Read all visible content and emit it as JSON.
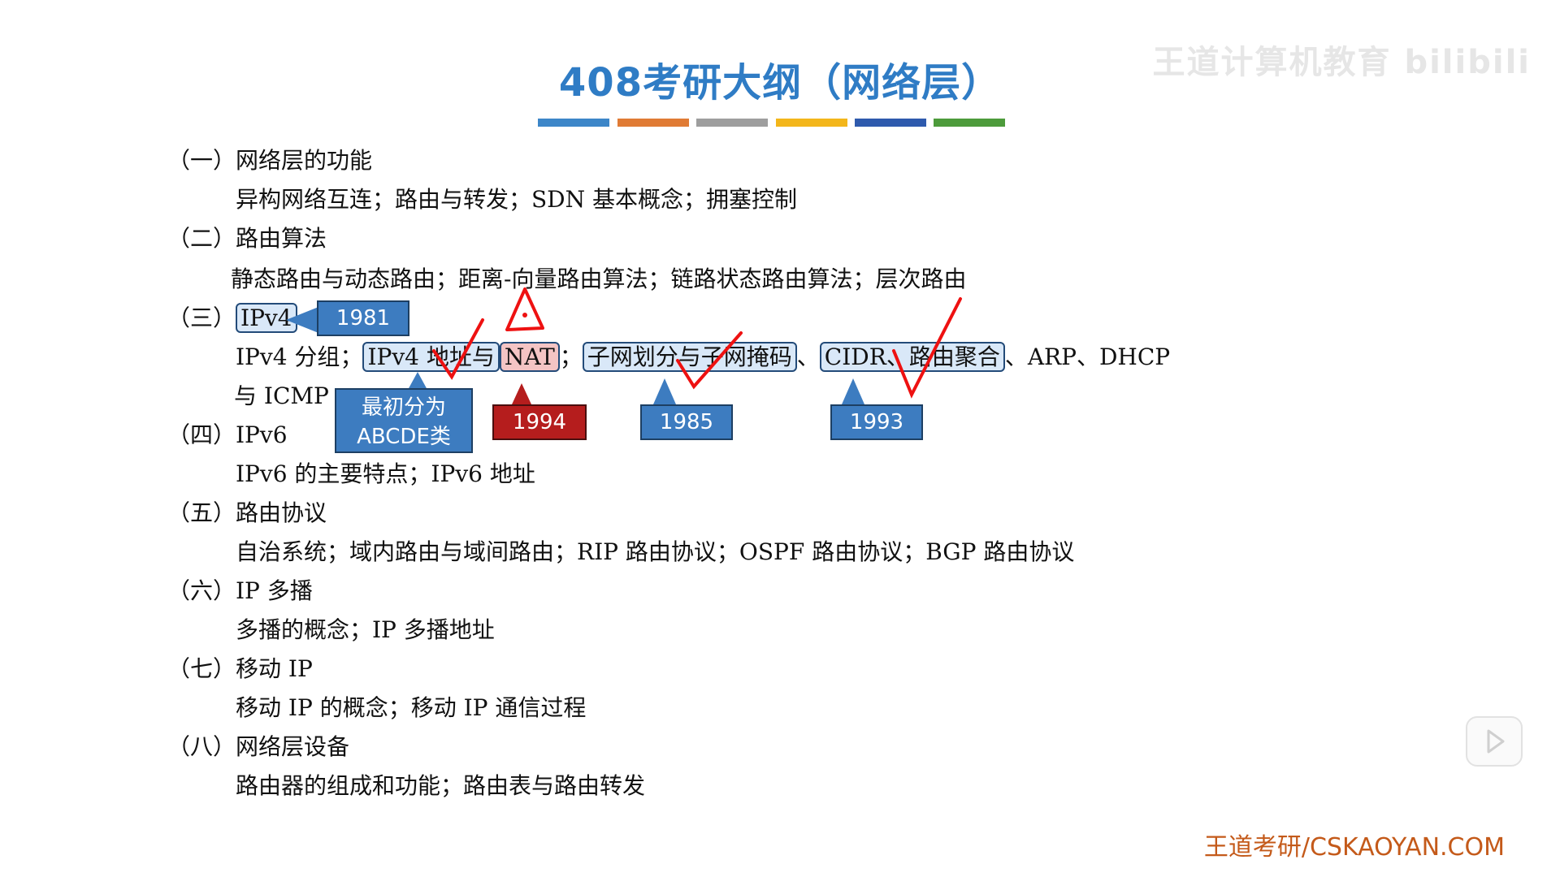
{
  "title": "408考研大纲（网络层）",
  "watermark": "王道计算机教育 bilibili",
  "color_bar_colors": [
    "#3d86c8",
    "#e07b35",
    "#9e9e9e",
    "#f3b61b",
    "#2e5aad",
    "#4d9b3b"
  ],
  "outline": [
    {
      "head": "（一）网络层的功能",
      "desc": "异构网络互连；路由与转发；SDN 基本概念；拥塞控制"
    },
    {
      "head": "（二）路由算法",
      "desc": "静态路由与动态路由；距离-向量路由算法；链路状态路由算法；层次路由"
    },
    {
      "head_prefix": "（三）",
      "head_hl": "IPv4",
      "desc_prefix": "IPv4 分组；",
      "desc_hl1": "IPv4 地址与",
      "desc_hl2": "NAT",
      "desc_sep1": "；",
      "desc_hl3": "子网划分与子网掩码",
      "desc_sep2": "、",
      "desc_hl4": "CIDR、路由聚合",
      "desc_tail": "、ARP、DHCP",
      "desc_line2": "与 ICMP"
    },
    {
      "head": "（四）IPv6",
      "desc": "IPv6 的主要特点；IPv6 地址"
    },
    {
      "head": "（五）路由协议",
      "desc": "自治系统；域内路由与域间路由；RIP 路由协议；OSPF 路由协议；BGP 路由协议"
    },
    {
      "head": "（六）IP 多播",
      "desc": "多播的概念；IP 多播地址"
    },
    {
      "head": "（七）移动 IP",
      "desc": "移动 IP 的概念；移动 IP 通信过程"
    },
    {
      "head": "（八）网络层设备",
      "desc": "路由器的组成和功能；路由表与路由转发"
    }
  ],
  "callouts": {
    "ipv4_year": "1981",
    "abcde_line1": "最初分为",
    "abcde_line2": "ABCDE类",
    "nat_year": "1994",
    "subnet_year": "1985",
    "cidr_year": "1993"
  },
  "footer_brand": "王道考研/CSKAOYAN.COM"
}
